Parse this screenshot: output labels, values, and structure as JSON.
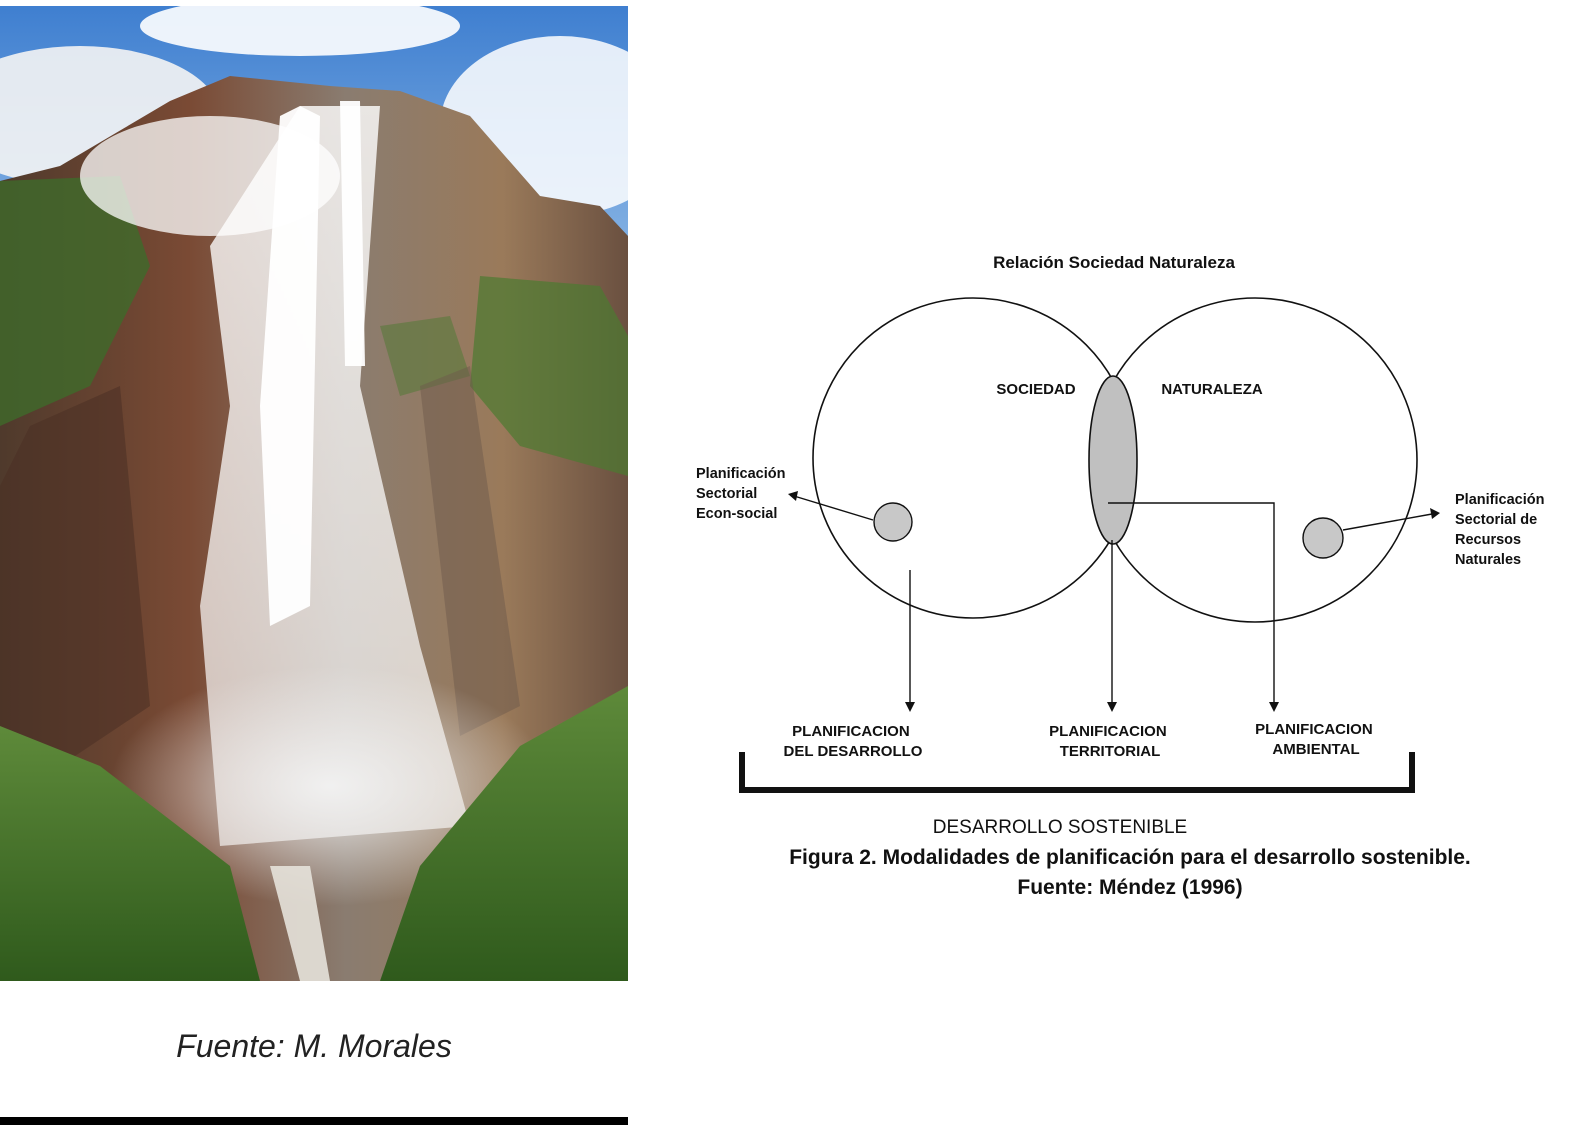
{
  "photo": {
    "caption": "Fuente: M. Morales",
    "subject": "waterfall-photo"
  },
  "diagram": {
    "title": "Relación Sociedad Naturaleza",
    "circle_left_label": "SOCIEDAD",
    "circle_right_label": "NATURALEZA",
    "left_side_label": [
      "Planificación",
      "Sectorial",
      "Econ-social"
    ],
    "right_side_label": [
      "Planificación",
      "Sectorial de",
      "Recursos",
      "Naturales"
    ],
    "outputs": [
      {
        "line1": "PLANIFICACION",
        "line2": "DEL DESARROLLO"
      },
      {
        "line1": "PLANIFICACION",
        "line2": "TERRITORIAL"
      },
      {
        "line1": "PLANIFICACION",
        "line2": "AMBIENTAL"
      }
    ],
    "bracket_label": "DESARROLLO SOSTENIBLE",
    "figure_caption": "Figura 2. Modalidades de planificación para el desarrollo sostenible.",
    "figure_source": "Fuente: Méndez (1996)",
    "colors": {
      "small_circle_fill": "#c8c8c8",
      "lens_fill": "#c0c0c0",
      "stroke": "#111111"
    }
  }
}
